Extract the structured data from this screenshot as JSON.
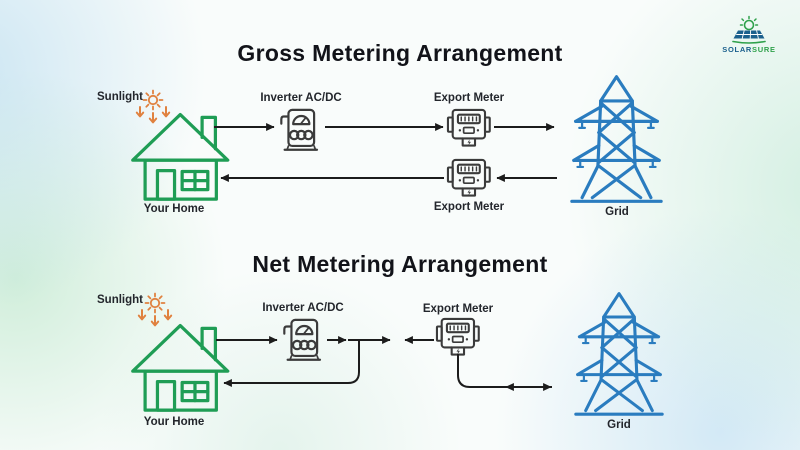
{
  "brand": {
    "solar": "SOLAR",
    "sure": "SURE"
  },
  "gross": {
    "title": "Gross Metering Arrangement",
    "sunlight_label": "Sunlight",
    "home_label": "Your Home",
    "inverter_label": "Inverter AC/DC",
    "export_meter_top_label": "Export Meter",
    "export_meter_bottom_label": "Export Meter",
    "grid_label": "Grid"
  },
  "net": {
    "title": "Net Metering Arrangement",
    "sunlight_label": "Sunlight",
    "home_label": "Your Home",
    "inverter_label": "Inverter AC/DC",
    "export_meter_label": "Export Meter",
    "grid_label": "Grid"
  },
  "colors": {
    "house_green": "#1f9d55",
    "grid_blue": "#2a7cbf",
    "sun_orange": "#e0813f",
    "flow_line": "#1c1c1c",
    "device_gray": "#3b3b3b",
    "logo_blue": "#1b608d",
    "logo_green": "#2fa14b",
    "title_text": "#121319",
    "background": "#f9fcfb"
  }
}
